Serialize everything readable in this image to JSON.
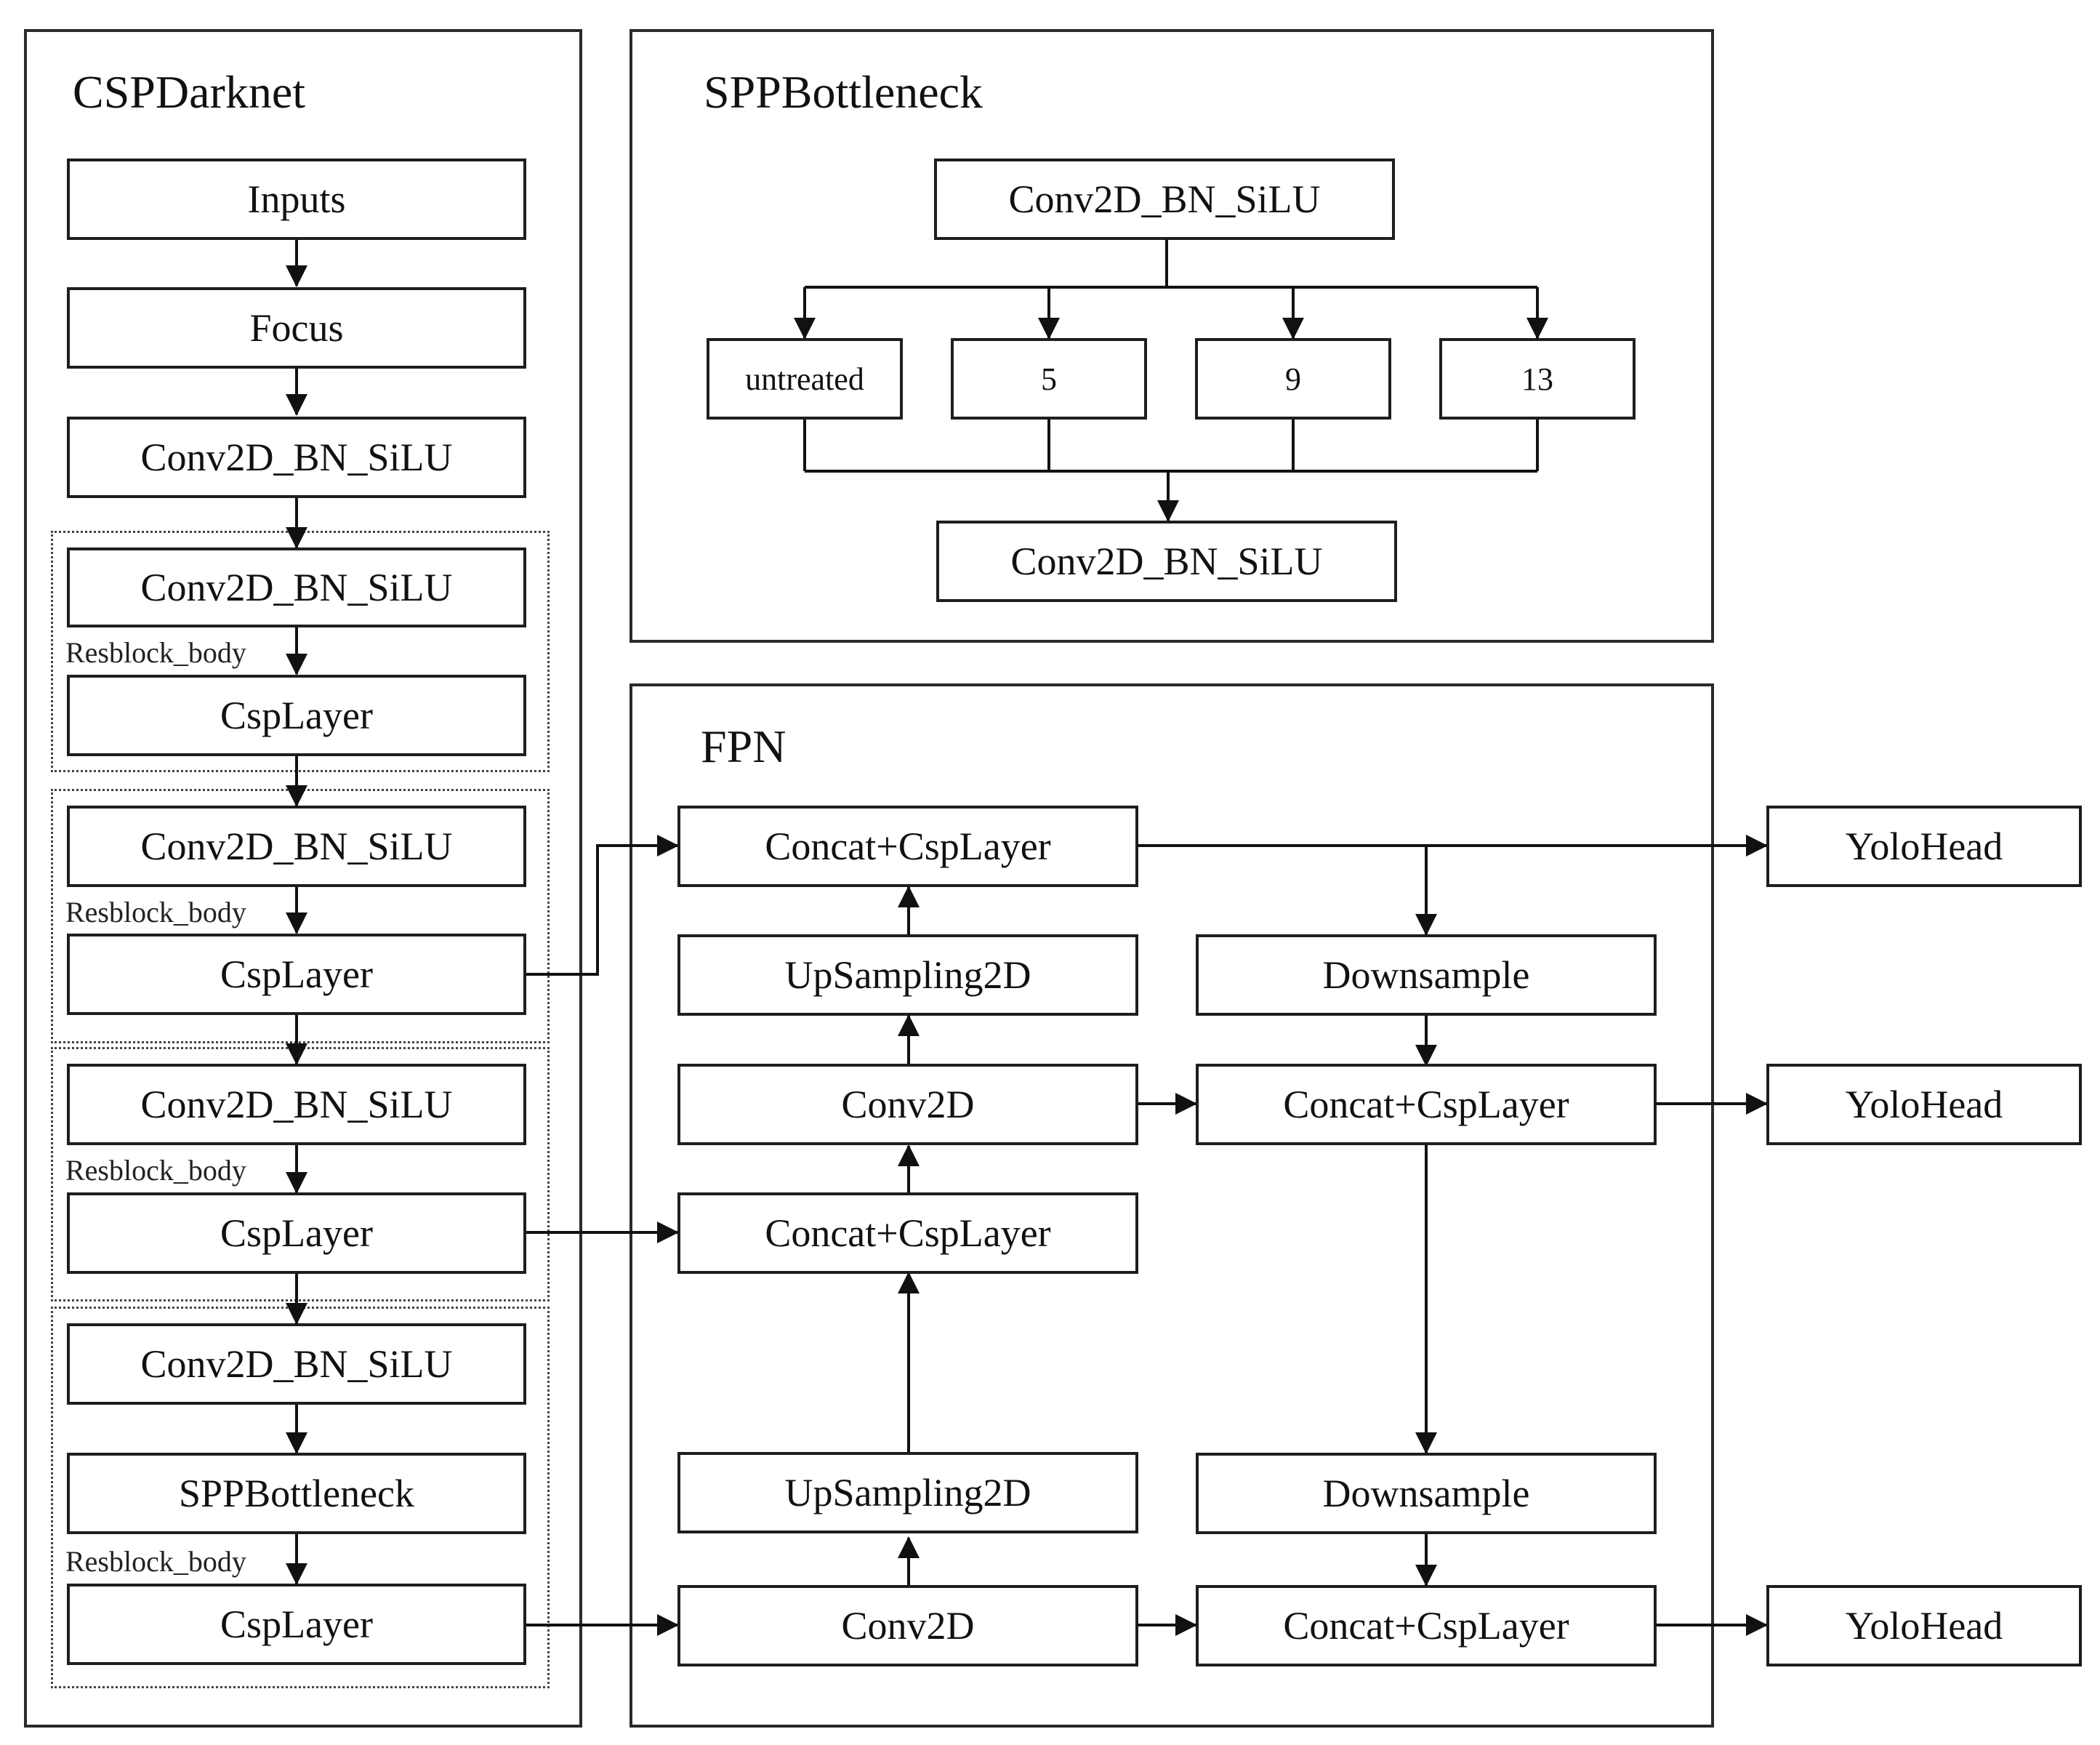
{
  "panels": {
    "cspdarknet": "CSPDarknet",
    "spp": "SPPBottleneck",
    "fpn": "FPN"
  },
  "darknet": {
    "inputs": "Inputs",
    "focus": "Focus",
    "conv0": "Conv2D_BN_SiLU",
    "rb1_conv": "Conv2D_BN_SiLU",
    "rb1_csp": "CspLayer",
    "rb2_conv": "Conv2D_BN_SiLU",
    "rb2_csp": "CspLayer",
    "rb3_conv": "Conv2D_BN_SiLU",
    "rb3_csp": "CspLayer",
    "rb4_conv": "Conv2D_BN_SiLU",
    "rb4_spp": "SPPBottleneck",
    "rb4_csp": "CspLayer",
    "resblock_label": "Resblock_body"
  },
  "spp": {
    "top": "Conv2D_BN_SiLU",
    "branches": [
      "untreated",
      "5",
      "9",
      "13"
    ],
    "bottom": "Conv2D_BN_SiLU"
  },
  "fpn": {
    "top_concat": "Concat+CspLayer",
    "up1": "UpSampling2D",
    "conv1": "Conv2D",
    "mid_concat": "Concat+CspLayer",
    "up2": "UpSampling2D",
    "conv2": "Conv2D",
    "down1": "Downsample",
    "pan_concat1": "Concat+CspLayer",
    "down2": "Downsample",
    "pan_concat2": "Concat+CspLayer"
  },
  "heads": [
    "YoloHead",
    "YoloHead",
    "YoloHead"
  ]
}
